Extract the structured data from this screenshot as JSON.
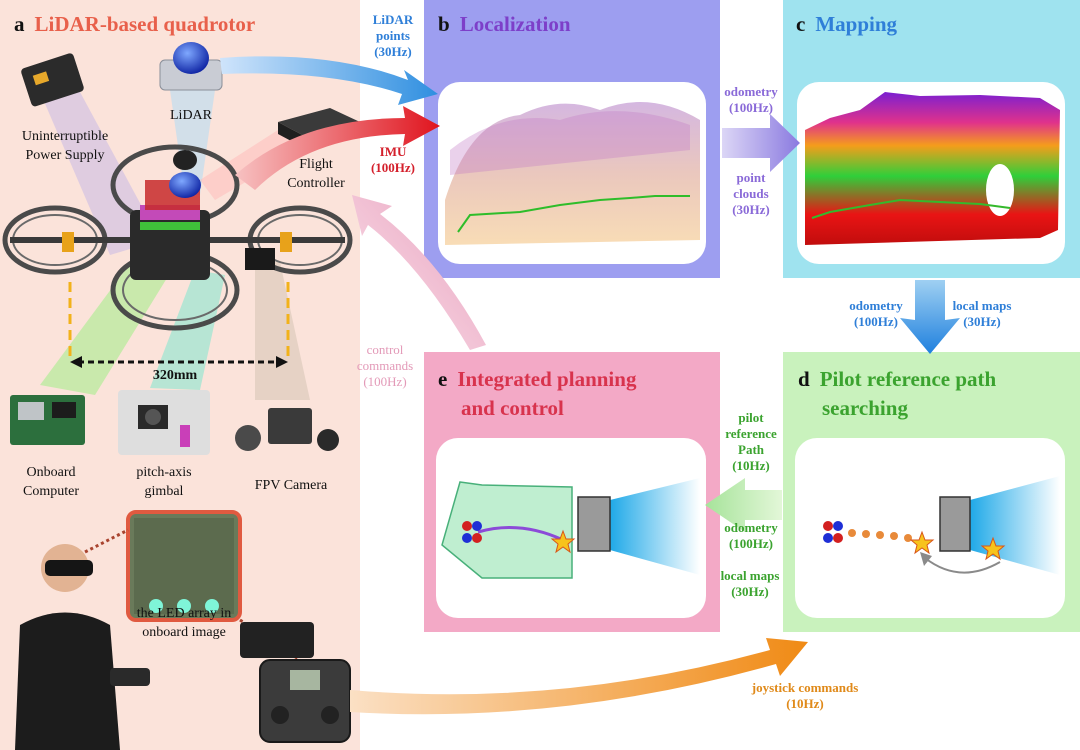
{
  "panels": {
    "a": {
      "letter": "a",
      "title": "LiDAR-based quadrotor"
    },
    "b": {
      "letter": "b",
      "title": "Localization"
    },
    "c": {
      "letter": "c",
      "title": "Mapping"
    },
    "d": {
      "letter": "d",
      "title_line1": "Pilot reference path",
      "title_line2": "searching"
    },
    "e": {
      "letter": "e",
      "title_line1": "Integrated planning",
      "title_line2": "and control"
    }
  },
  "components": {
    "ups_line1": "Uninterruptible",
    "ups_line2": "Power Supply",
    "lidar": "LiDAR",
    "fc_line1": "Flight",
    "fc_line2": "Controller",
    "dimension": "320mm",
    "computer_line1": "Onboard",
    "computer_line2": "Computer",
    "gimbal_line1": "pitch-axis",
    "gimbal_line2": "gimbal",
    "fpv": "FPV Camera",
    "led_line1": "the LED array in",
    "led_line2": "onboard image"
  },
  "flows": {
    "lidar_points": {
      "line1": "LiDAR",
      "line2": "points",
      "line3": "(30Hz)"
    },
    "imu": {
      "line1": "IMU",
      "line2": "(100Hz)"
    },
    "odometry_bc": {
      "line1": "odometry",
      "line2": "(100Hz)"
    },
    "point_clouds": {
      "line1": "point",
      "line2": "clouds",
      "line3": "(30Hz)"
    },
    "odometry_cd": {
      "line1": "odometry",
      "line2": "(100Hz)"
    },
    "local_maps_cd": {
      "line1": "local maps",
      "line2": "(30Hz)"
    },
    "control_commands": {
      "line1": "control",
      "line2": "commands",
      "line3": "(100Hz)"
    },
    "pilot_path": {
      "line1": "pilot",
      "line2": "reference",
      "line3": "Path",
      "line4": "(10Hz)"
    },
    "odometry_de": {
      "line1": "odometry",
      "line2": "(100Hz)"
    },
    "local_maps_de": {
      "line1": "local maps",
      "line2": "(30Hz)"
    },
    "joystick": {
      "line1": "joystick commands",
      "line2": "(10Hz)"
    }
  },
  "colors": {
    "panel_a_bg": "#fbe3da",
    "panel_b_bg": "#9d9ef0",
    "panel_c_bg": "#9fe3ef",
    "panel_d_bg": "#c9f2bd",
    "panel_e_bg": "#f3a9c6",
    "title_a": "#e8604b",
    "title_b": "#7d3fc9",
    "title_c": "#2f7fd8",
    "title_d": "#3ba32f",
    "title_e": "#d8334d",
    "label_blue": "#2f7fd8",
    "label_red": "#d41f2b",
    "label_purple": "#8a6ad8",
    "label_pink": "#e39ab8",
    "label_green": "#3ba32f",
    "label_orange": "#e08a1a"
  }
}
